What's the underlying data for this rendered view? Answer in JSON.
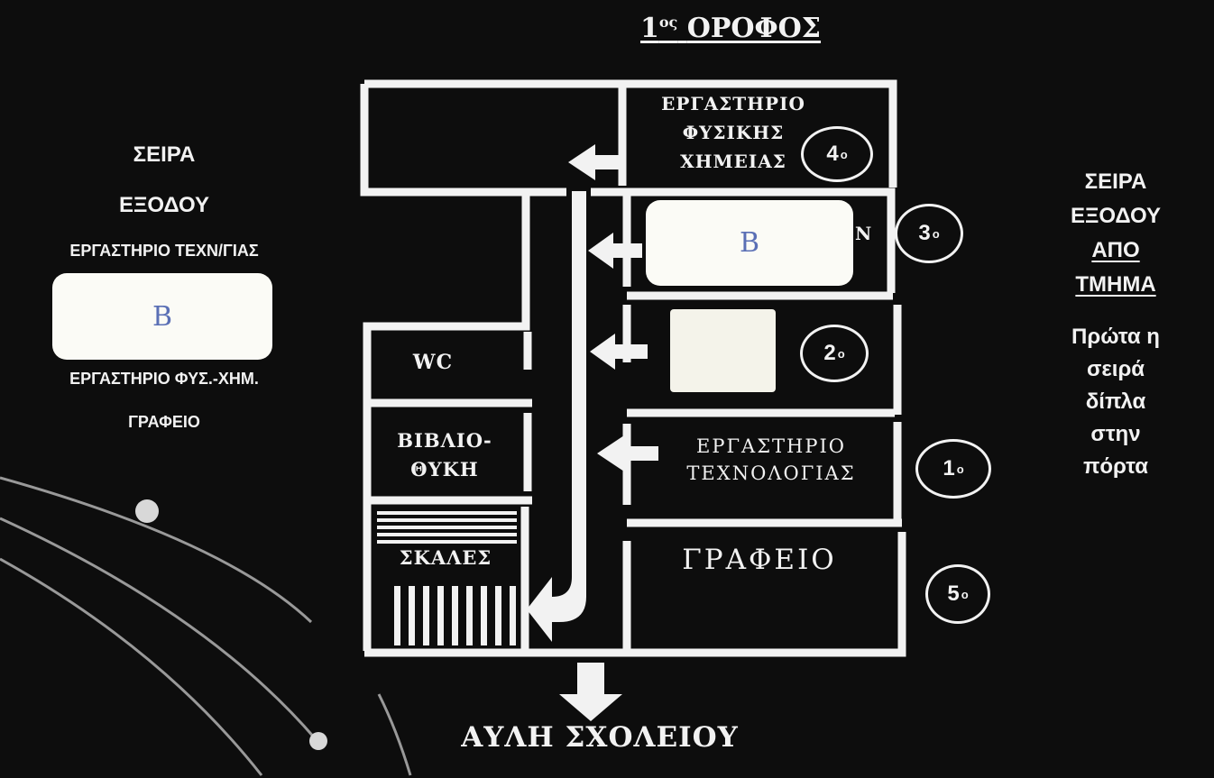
{
  "title": {
    "main": "1",
    "sup": "ος",
    "rest": "ΟΡΟΦΟΣ"
  },
  "left_panel": {
    "line1": "ΣΕΙΡΑ",
    "line2": "ΕΞΟΔΟΥ",
    "line3": "ΕΡΓΑΣΤΗΡΙΟ ΤΕΧΝ/ΓΙΑΣ",
    "patch_letter": "B",
    "line4": "ΕΡΓΑΣΤΗΡΙΟ ΦΥΣ.-ΧΗΜ.",
    "line5": "ΓΡΑΦΕΙΟ"
  },
  "right_panel": {
    "line1": "ΣΕΙΡΑ",
    "line2": "ΕΞΟΔΟΥ",
    "line3": "ΑΠΟ",
    "line4": "ΤΜΗΜΑ",
    "note1": "Πρώτα η",
    "note2": "σειρά",
    "note3": "δίπλα",
    "note4": "στην",
    "note5": "πόρτα"
  },
  "rooms": {
    "physics_lab": {
      "l1": "ΕΡΓΑΣΤΗΡΙΟ",
      "l2": "ΦΥΣΙΚΗΣ",
      "l3": "ΧΗΜΕΙΑΣ",
      "order": "4",
      "sup": "ο"
    },
    "room3": {
      "visible_letter": "Ν",
      "patch_letter": "B",
      "order": "3",
      "sup": "ο"
    },
    "room2": {
      "order": "2",
      "sup": "ο"
    },
    "tech_lab": {
      "l1": "ΕΡΓΑΣΤΗΡΙΟ",
      "l2": "ΤΕΧΝΟΛΟΓΙΑΣ",
      "order": "1",
      "sup": "ο"
    },
    "office": {
      "label": "ΓΡΑΦΕΙΟ",
      "order": "5",
      "sup": "ο"
    },
    "wc": {
      "label": "WC"
    },
    "library": {
      "l1": "ΒΙΒΛΙΟ-",
      "l2": "ΘΥΚΗ"
    },
    "stairs": {
      "label": "ΣΚΑΛΕΣ"
    }
  },
  "exit": {
    "label": "ΑΥΛΗ ΣΧΟΛΕΙΟΥ"
  },
  "colors": {
    "background": "#0d0d0d",
    "line": "#f2f2f2",
    "patch": "#fbfbf6",
    "ink": "#5a6fb5"
  }
}
